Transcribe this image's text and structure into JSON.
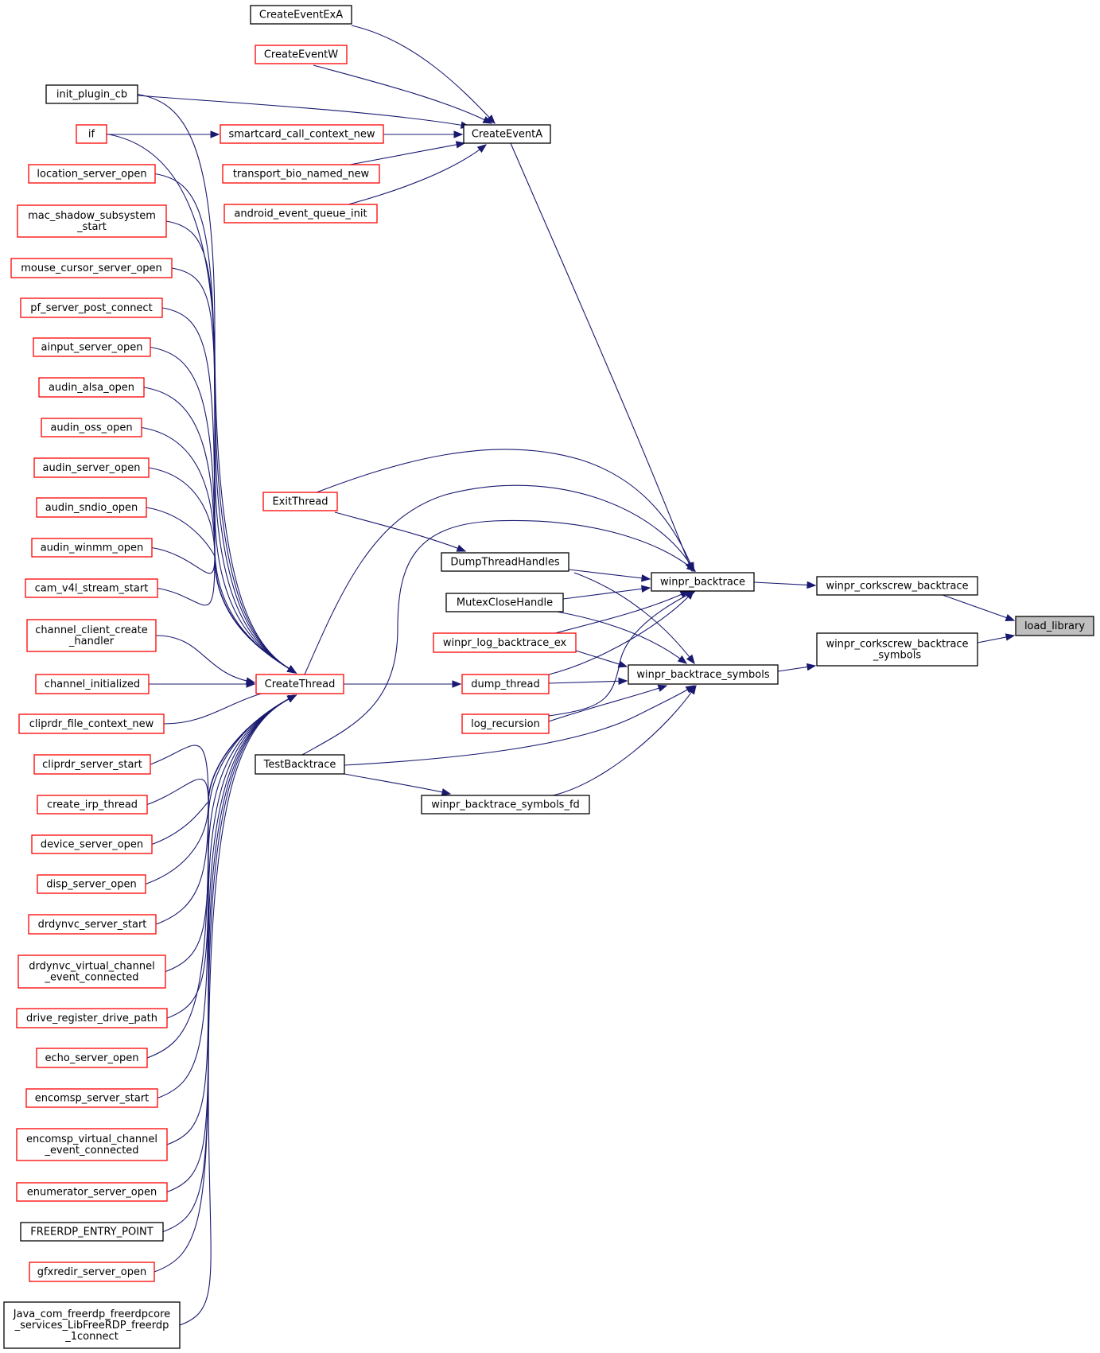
{
  "graph": {
    "edge_color": "#191970",
    "link_border_color": "#ff0000",
    "plain_border_color": "#000000",
    "focus_fill_color": "#bfbfbf",
    "nodes": {
      "CreateEventExA": {
        "lines": [
          "CreateEventExA"
        ],
        "style": "black"
      },
      "CreateEventW": {
        "lines": [
          "CreateEventW"
        ],
        "style": "red"
      },
      "init_plugin_cb": {
        "lines": [
          "init_plugin_cb"
        ],
        "style": "black"
      },
      "if": {
        "lines": [
          "if"
        ],
        "style": "red"
      },
      "smartcard_call_context_new": {
        "lines": [
          "smartcard_call_context_new"
        ],
        "style": "red"
      },
      "CreateEventA": {
        "lines": [
          "CreateEventA"
        ],
        "style": "black"
      },
      "transport_bio_named_new": {
        "lines": [
          "transport_bio_named_new"
        ],
        "style": "red"
      },
      "location_server_open": {
        "lines": [
          "location_server_open"
        ],
        "style": "red"
      },
      "android_event_queue_init": {
        "lines": [
          "android_event_queue_init"
        ],
        "style": "red"
      },
      "mac_shadow_subsystem_start": {
        "lines": [
          "mac_shadow_subsystem",
          "_start"
        ],
        "style": "red"
      },
      "mouse_cursor_server_open": {
        "lines": [
          "mouse_cursor_server_open"
        ],
        "style": "red"
      },
      "pf_server_post_connect": {
        "lines": [
          "pf_server_post_connect"
        ],
        "style": "red"
      },
      "ainput_server_open": {
        "lines": [
          "ainput_server_open"
        ],
        "style": "red"
      },
      "audin_alsa_open": {
        "lines": [
          "audin_alsa_open"
        ],
        "style": "red"
      },
      "audin_oss_open": {
        "lines": [
          "audin_oss_open"
        ],
        "style": "red"
      },
      "audin_server_open": {
        "lines": [
          "audin_server_open"
        ],
        "style": "red"
      },
      "ExitThread": {
        "lines": [
          "ExitThread"
        ],
        "style": "red"
      },
      "audin_sndio_open": {
        "lines": [
          "audin_sndio_open"
        ],
        "style": "red"
      },
      "audin_winmm_open": {
        "lines": [
          "audin_winmm_open"
        ],
        "style": "red"
      },
      "DumpThreadHandles": {
        "lines": [
          "DumpThreadHandles"
        ],
        "style": "black"
      },
      "winpr_backtrace": {
        "lines": [
          "winpr_backtrace"
        ],
        "style": "black"
      },
      "winpr_corkscrew_backtrace": {
        "lines": [
          "winpr_corkscrew_backtrace"
        ],
        "style": "black"
      },
      "cam_v4l_stream_start": {
        "lines": [
          "cam_v4l_stream_start"
        ],
        "style": "red"
      },
      "MutexCloseHandle": {
        "lines": [
          "MutexCloseHandle"
        ],
        "style": "black"
      },
      "load_library": {
        "lines": [
          "load_library"
        ],
        "style": "focus"
      },
      "channel_client_create_handler": {
        "lines": [
          "channel_client_create",
          "_handler"
        ],
        "style": "red"
      },
      "winpr_log_backtrace_ex": {
        "lines": [
          "winpr_log_backtrace_ex"
        ],
        "style": "red"
      },
      "winpr_corkscrew_backtrace_symbols": {
        "lines": [
          "winpr_corkscrew_backtrace",
          "_symbols"
        ],
        "style": "black"
      },
      "winpr_backtrace_symbols": {
        "lines": [
          "winpr_backtrace_symbols"
        ],
        "style": "black"
      },
      "channel_initialized": {
        "lines": [
          "channel_initialized"
        ],
        "style": "red"
      },
      "CreateThread": {
        "lines": [
          "CreateThread"
        ],
        "style": "red"
      },
      "dump_thread": {
        "lines": [
          "dump_thread"
        ],
        "style": "red"
      },
      "cliprdr_file_context_new": {
        "lines": [
          "cliprdr_file_context_new"
        ],
        "style": "red"
      },
      "log_recursion": {
        "lines": [
          "log_recursion"
        ],
        "style": "red"
      },
      "cliprdr_server_start": {
        "lines": [
          "cliprdr_server_start"
        ],
        "style": "red"
      },
      "TestBacktrace": {
        "lines": [
          "TestBacktrace"
        ],
        "style": "black"
      },
      "create_irp_thread": {
        "lines": [
          "create_irp_thread"
        ],
        "style": "red"
      },
      "winpr_backtrace_symbols_fd": {
        "lines": [
          "winpr_backtrace_symbols_fd"
        ],
        "style": "black"
      },
      "device_server_open": {
        "lines": [
          "device_server_open"
        ],
        "style": "red"
      },
      "disp_server_open": {
        "lines": [
          "disp_server_open"
        ],
        "style": "red"
      },
      "drdynvc_server_start": {
        "lines": [
          "drdynvc_server_start"
        ],
        "style": "red"
      },
      "drdynvc_virtual_channel_event_connected": {
        "lines": [
          "drdynvc_virtual_channel",
          "_event_connected"
        ],
        "style": "red"
      },
      "drive_register_drive_path": {
        "lines": [
          "drive_register_drive_path"
        ],
        "style": "red"
      },
      "echo_server_open": {
        "lines": [
          "echo_server_open"
        ],
        "style": "red"
      },
      "encomsp_server_start": {
        "lines": [
          "encomsp_server_start"
        ],
        "style": "red"
      },
      "encomsp_virtual_channel_event_connected": {
        "lines": [
          "encomsp_virtual_channel",
          "_event_connected"
        ],
        "style": "red"
      },
      "enumerator_server_open": {
        "lines": [
          "enumerator_server_open"
        ],
        "style": "red"
      },
      "FREERDP_ENTRY_POINT": {
        "lines": [
          "FREERDP_ENTRY_POINT"
        ],
        "style": "black"
      },
      "gfxredir_server_open": {
        "lines": [
          "gfxredir_server_open"
        ],
        "style": "red"
      },
      "Java_com_freerdp_freerdpcore_services_LibFreeRDP_freerdp_1connect": {
        "lines": [
          "Java_com_freerdp_freerdpcore",
          "_services_LibFreeRDP_freerdp",
          "_1connect"
        ],
        "style": "black"
      }
    },
    "edges": [
      [
        "CreateEventExA",
        "CreateEventA"
      ],
      [
        "CreateEventW",
        "CreateEventA"
      ],
      [
        "init_plugin_cb",
        "CreateEventA"
      ],
      [
        "smartcard_call_context_new",
        "CreateEventA"
      ],
      [
        "transport_bio_named_new",
        "CreateEventA"
      ],
      [
        "android_event_queue_init",
        "CreateEventA"
      ],
      [
        "CreateEventA",
        "winpr_backtrace"
      ],
      [
        "if",
        "smartcard_call_context_new"
      ],
      [
        "ExitThread",
        "winpr_backtrace"
      ],
      [
        "ExitThread",
        "DumpThreadHandles"
      ],
      [
        "CreateThread",
        "winpr_backtrace"
      ],
      [
        "TestBacktrace",
        "winpr_backtrace"
      ],
      [
        "DumpThreadHandles",
        "winpr_backtrace"
      ],
      [
        "MutexCloseHandle",
        "winpr_backtrace"
      ],
      [
        "winpr_log_backtrace_ex",
        "winpr_backtrace"
      ],
      [
        "dump_thread",
        "winpr_backtrace"
      ],
      [
        "log_recursion",
        "winpr_backtrace"
      ],
      [
        "winpr_backtrace",
        "winpr_corkscrew_backtrace"
      ],
      [
        "winpr_corkscrew_backtrace",
        "load_library"
      ],
      [
        "DumpThreadHandles",
        "winpr_backtrace_symbols"
      ],
      [
        "MutexCloseHandle",
        "winpr_backtrace_symbols"
      ],
      [
        "winpr_log_backtrace_ex",
        "winpr_backtrace_symbols"
      ],
      [
        "dump_thread",
        "winpr_backtrace_symbols"
      ],
      [
        "log_recursion",
        "winpr_backtrace_symbols"
      ],
      [
        "TestBacktrace",
        "winpr_backtrace_symbols"
      ],
      [
        "winpr_backtrace_symbols_fd",
        "winpr_backtrace_symbols"
      ],
      [
        "winpr_backtrace_symbols",
        "winpr_corkscrew_backtrace_symbols"
      ],
      [
        "winpr_corkscrew_backtrace_symbols",
        "load_library"
      ],
      [
        "TestBacktrace",
        "winpr_backtrace_symbols_fd"
      ],
      [
        "CreateThread",
        "dump_thread"
      ],
      [
        "init_plugin_cb",
        "CreateThread"
      ],
      [
        "if",
        "CreateThread"
      ],
      [
        "location_server_open",
        "CreateThread"
      ],
      [
        "mac_shadow_subsystem_start",
        "CreateThread"
      ],
      [
        "mouse_cursor_server_open",
        "CreateThread"
      ],
      [
        "pf_server_post_connect",
        "CreateThread"
      ],
      [
        "ainput_server_open",
        "CreateThread"
      ],
      [
        "audin_alsa_open",
        "CreateThread"
      ],
      [
        "audin_oss_open",
        "CreateThread"
      ],
      [
        "audin_server_open",
        "CreateThread"
      ],
      [
        "audin_sndio_open",
        "CreateThread"
      ],
      [
        "audin_winmm_open",
        "CreateThread"
      ],
      [
        "cam_v4l_stream_start",
        "CreateThread"
      ],
      [
        "channel_client_create_handler",
        "CreateThread"
      ],
      [
        "channel_initialized",
        "CreateThread"
      ],
      [
        "cliprdr_file_context_new",
        "CreateThread"
      ],
      [
        "cliprdr_server_start",
        "CreateThread"
      ],
      [
        "create_irp_thread",
        "CreateThread"
      ],
      [
        "device_server_open",
        "CreateThread"
      ],
      [
        "disp_server_open",
        "CreateThread"
      ],
      [
        "drdynvc_server_start",
        "CreateThread"
      ],
      [
        "drdynvc_virtual_channel_event_connected",
        "CreateThread"
      ],
      [
        "drive_register_drive_path",
        "CreateThread"
      ],
      [
        "echo_server_open",
        "CreateThread"
      ],
      [
        "encomsp_server_start",
        "CreateThread"
      ],
      [
        "encomsp_virtual_channel_event_connected",
        "CreateThread"
      ],
      [
        "enumerator_server_open",
        "CreateThread"
      ],
      [
        "FREERDP_ENTRY_POINT",
        "CreateThread"
      ],
      [
        "gfxredir_server_open",
        "CreateThread"
      ],
      [
        "Java_com_freerdp_freerdpcore_services_LibFreeRDP_freerdp_1connect",
        "CreateThread"
      ]
    ]
  }
}
